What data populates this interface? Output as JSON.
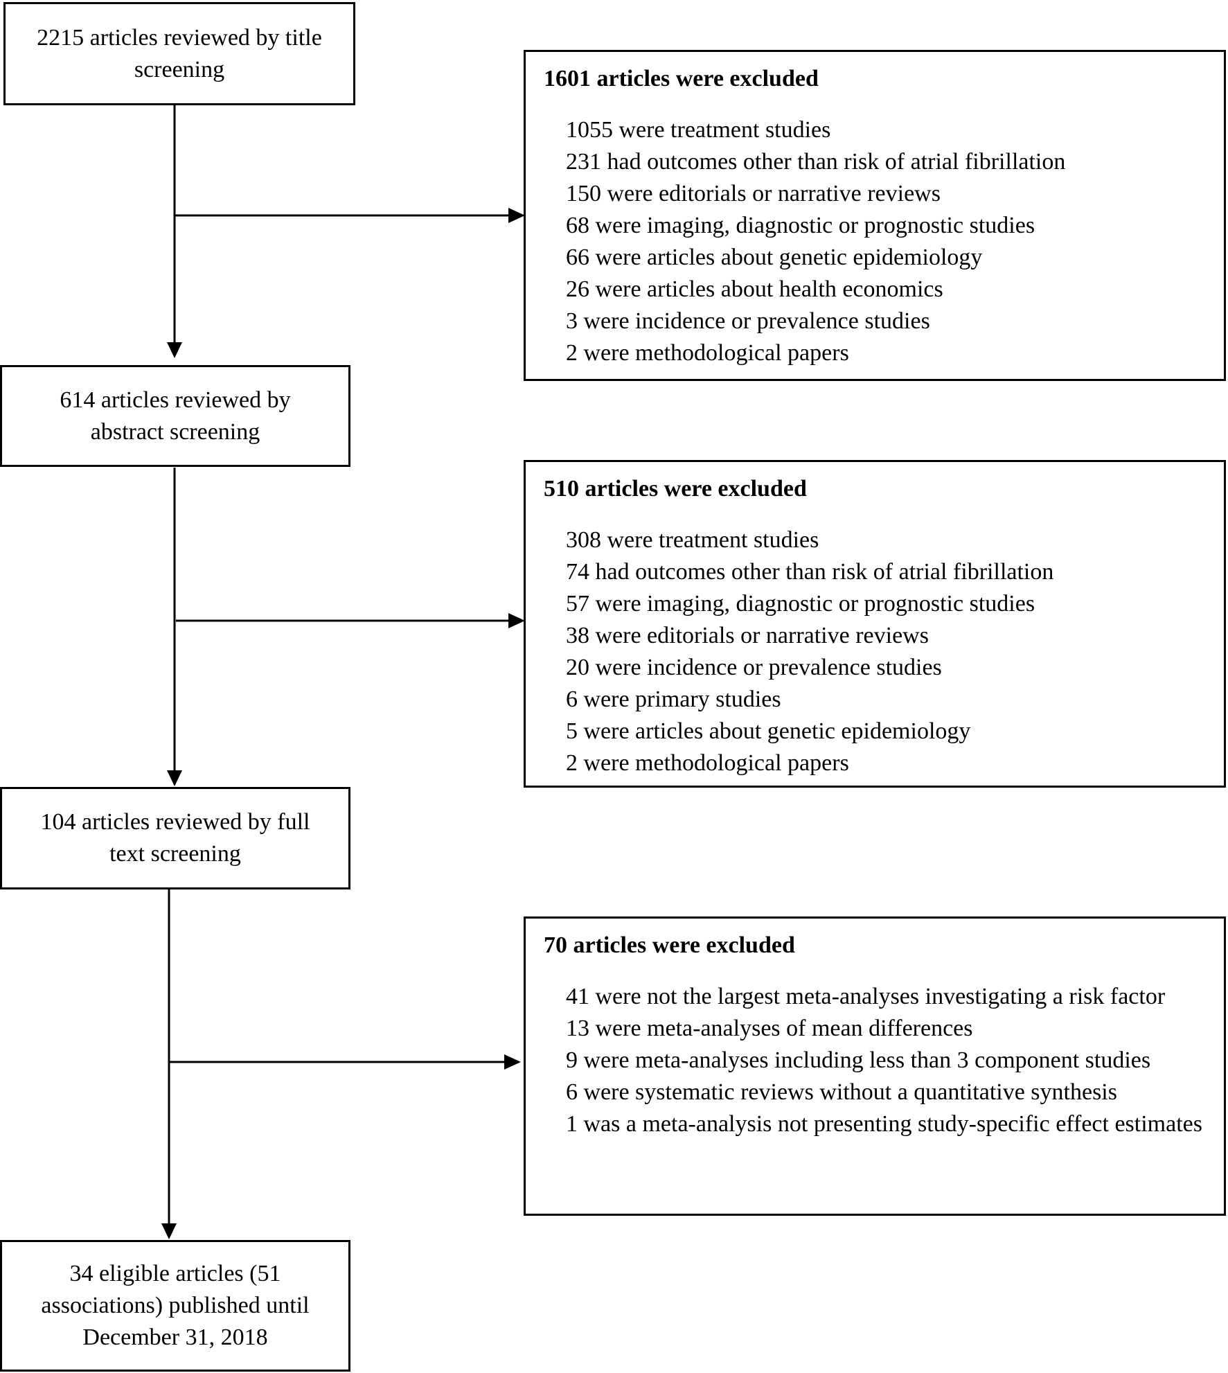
{
  "stages": [
    {
      "lines": [
        "2215 articles reviewed by title",
        "screening"
      ]
    },
    {
      "lines": [
        "614 articles reviewed by",
        "abstract screening"
      ]
    },
    {
      "lines": [
        "104 articles reviewed by full",
        "text screening"
      ]
    },
    {
      "lines": [
        "34 eligible articles (51",
        "associations) published until",
        "December 31, 2018"
      ]
    }
  ],
  "exclusions": [
    {
      "title": "1601 articles were excluded",
      "items": [
        "1055 were treatment studies",
        "231 had outcomes other than risk of atrial fibrillation",
        "150 were editorials or narrative reviews",
        "68 were imaging, diagnostic or prognostic studies",
        "66 were articles about genetic epidemiology",
        "26 were articles about health economics",
        "3 were incidence or prevalence studies",
        "2 were methodological papers"
      ]
    },
    {
      "title": "510 articles were excluded",
      "items": [
        "308 were treatment studies",
        "74 had outcomes other than risk of atrial fibrillation",
        "57 were imaging, diagnostic or prognostic studies",
        "38 were editorials or narrative reviews",
        "20 were incidence or prevalence studies",
        "6 were primary studies",
        "5 were articles about genetic epidemiology",
        "2 were methodological papers"
      ]
    },
    {
      "title": "70 articles were excluded",
      "items": [
        "41 were not the largest meta-analyses investigating a risk factor",
        "13 were meta-analyses of mean differences",
        "9 were meta-analyses including less than 3 component studies",
        "6 were systematic reviews without a quantitative synthesis",
        "1 was a meta-analysis not presenting study-specific effect estimates"
      ]
    }
  ]
}
